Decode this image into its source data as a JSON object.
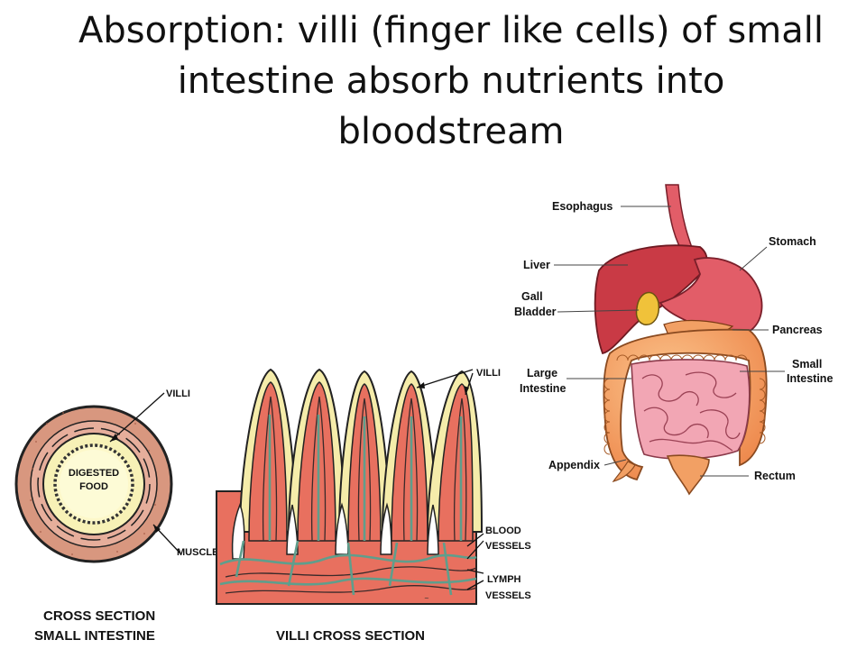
{
  "title": {
    "line1": "Absorption: villi (finger like cells) of small",
    "line2": "intestine absorb nutrients into",
    "line3": "bloodstream"
  },
  "cross_section": {
    "villi_label": "VILLI",
    "food_line1": "DIGESTED",
    "food_line2": "FOOD",
    "muscle_label": "MUSCLE",
    "caption_line1": "CROSS SECTION",
    "caption_line2": "SMALL INTESTINE"
  },
  "villi_section": {
    "villi_label": "VILLI",
    "blood_line1": "BLOOD",
    "blood_line2": "VESSELS",
    "lymph_line1": "LYMPH",
    "lymph_line2": "VESSELS",
    "caption": "VILLI CROSS SECTION"
  },
  "digestive_system": {
    "esophagus": "Esophagus",
    "stomach": "Stomach",
    "liver": "Liver",
    "gall_line1": "Gall",
    "gall_line2": "Bladder",
    "pancreas": "Pancreas",
    "small_line1": "Small",
    "small_line2": "Intestine",
    "large_line1": "Large",
    "large_line2": "Intestine",
    "appendix": "Appendix",
    "rectum": "Rectum"
  },
  "colors": {
    "villi_red": "#e8705f",
    "villi_yellow": "#f5ecaa",
    "vessel_teal": "#5f9e8c",
    "liver_red": "#c93a45",
    "stomach_pink": "#e25d68",
    "intestine_pink": "#f2a6b4",
    "colon_orange": "#f2a064"
  }
}
